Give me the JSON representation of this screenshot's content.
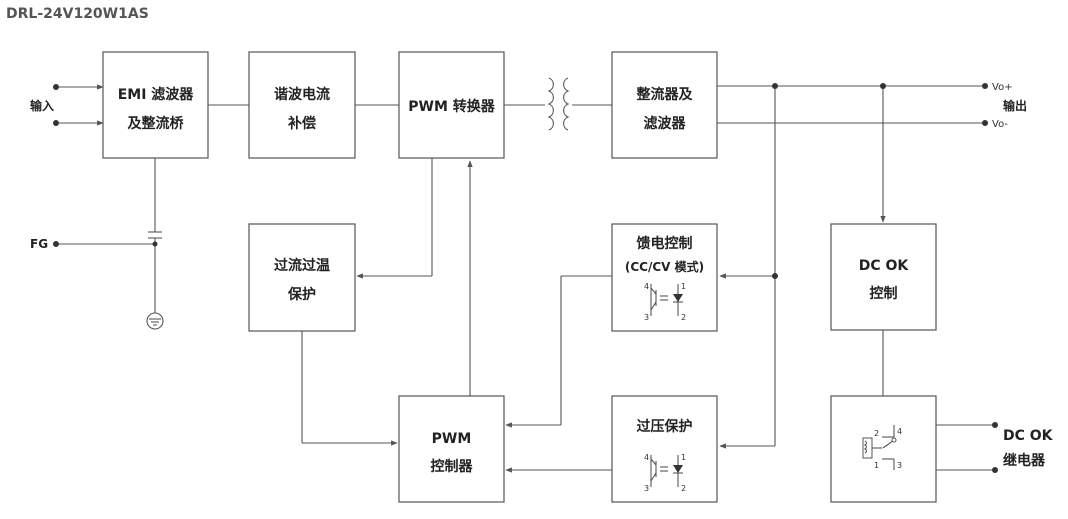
{
  "title": "DRL-24V120W1AS",
  "labels": {
    "input": "输入",
    "output": "输出",
    "fg": "FG",
    "vo_plus": "Vo+",
    "vo_minus": "Vo-",
    "dc_ok_relay_1": "DC OK",
    "dc_ok_relay_2": "继电器"
  },
  "blocks": {
    "emi": [
      "EMI 滤波器",
      "及整流桥"
    ],
    "pfc": [
      "谐波电流",
      "补偿"
    ],
    "pwm_conv": [
      "PWM 转换器"
    ],
    "rect": [
      "整流器及",
      "滤波器"
    ],
    "ocp": [
      "过流过温",
      "保护"
    ],
    "feedback": [
      "馈电控制",
      "(CC/CV 模式)"
    ],
    "ovp": [
      "过压保护"
    ],
    "pwm_ctrl": [
      "PWM",
      "控制器"
    ],
    "dcok": [
      "DC OK",
      "控制"
    ]
  },
  "pins": {
    "p4": "4",
    "p3": "3",
    "p2": "2",
    "p1": "1"
  }
}
